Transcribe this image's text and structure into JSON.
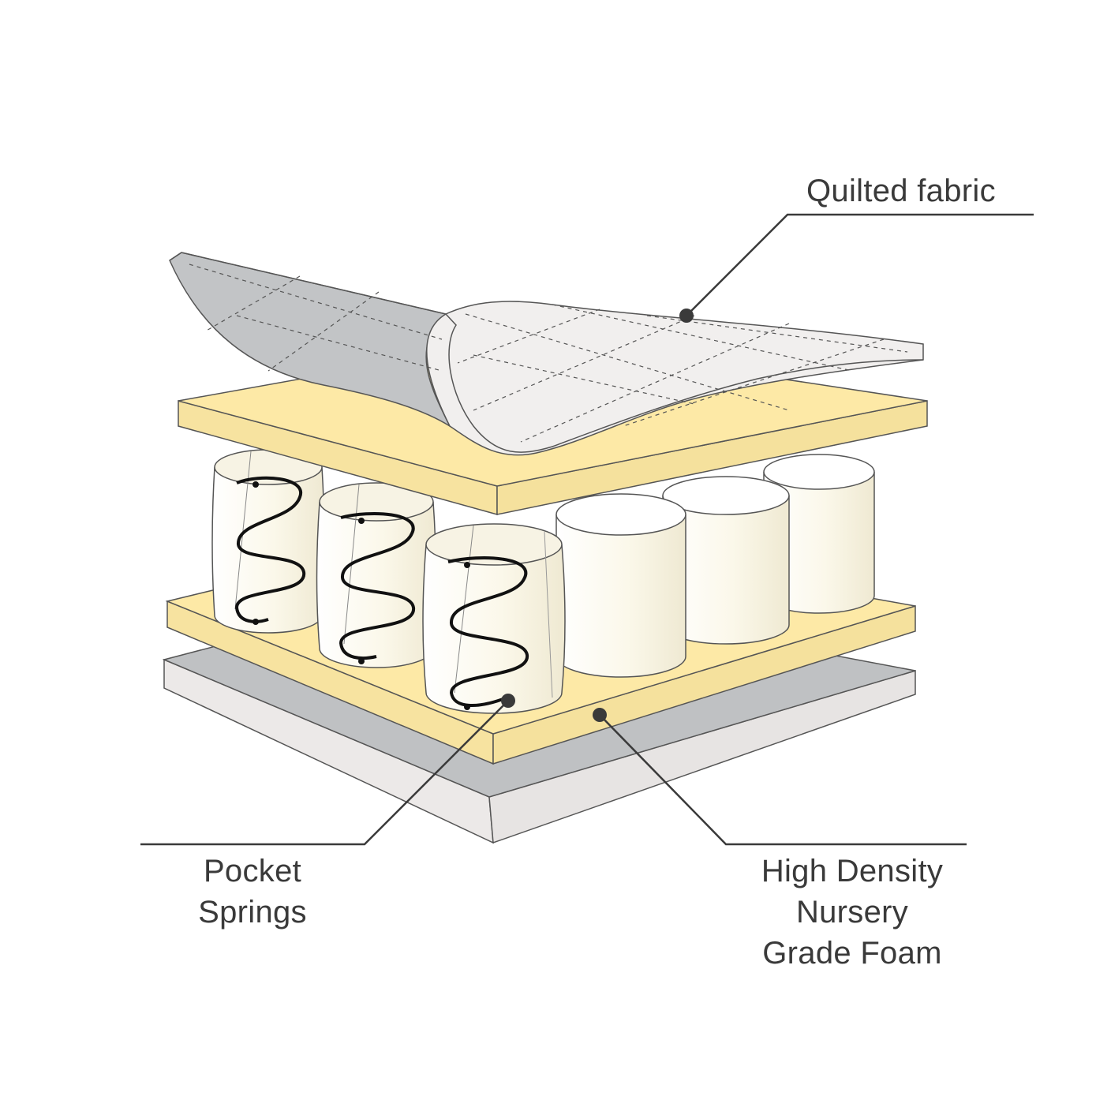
{
  "labels": {
    "quilted_fabric": "Quilted fabric",
    "pocket_springs": [
      "Pocket",
      "Springs"
    ],
    "foam": [
      "High Density",
      "Nursery",
      "Grade Foam"
    ]
  },
  "colors": {
    "foam_top": "#fde9a6",
    "foam_edge": "#f7e3a0",
    "base_top": "#bfc1c3",
    "base_edge": "#ece9e8",
    "fabric": "#f1efee",
    "fabric_underside": "#c2c4c6",
    "pocket": "#fbf8ee",
    "spring": "#111111",
    "leader": "#3a3a3a"
  },
  "icons": [
    "leader-dot-icon"
  ]
}
